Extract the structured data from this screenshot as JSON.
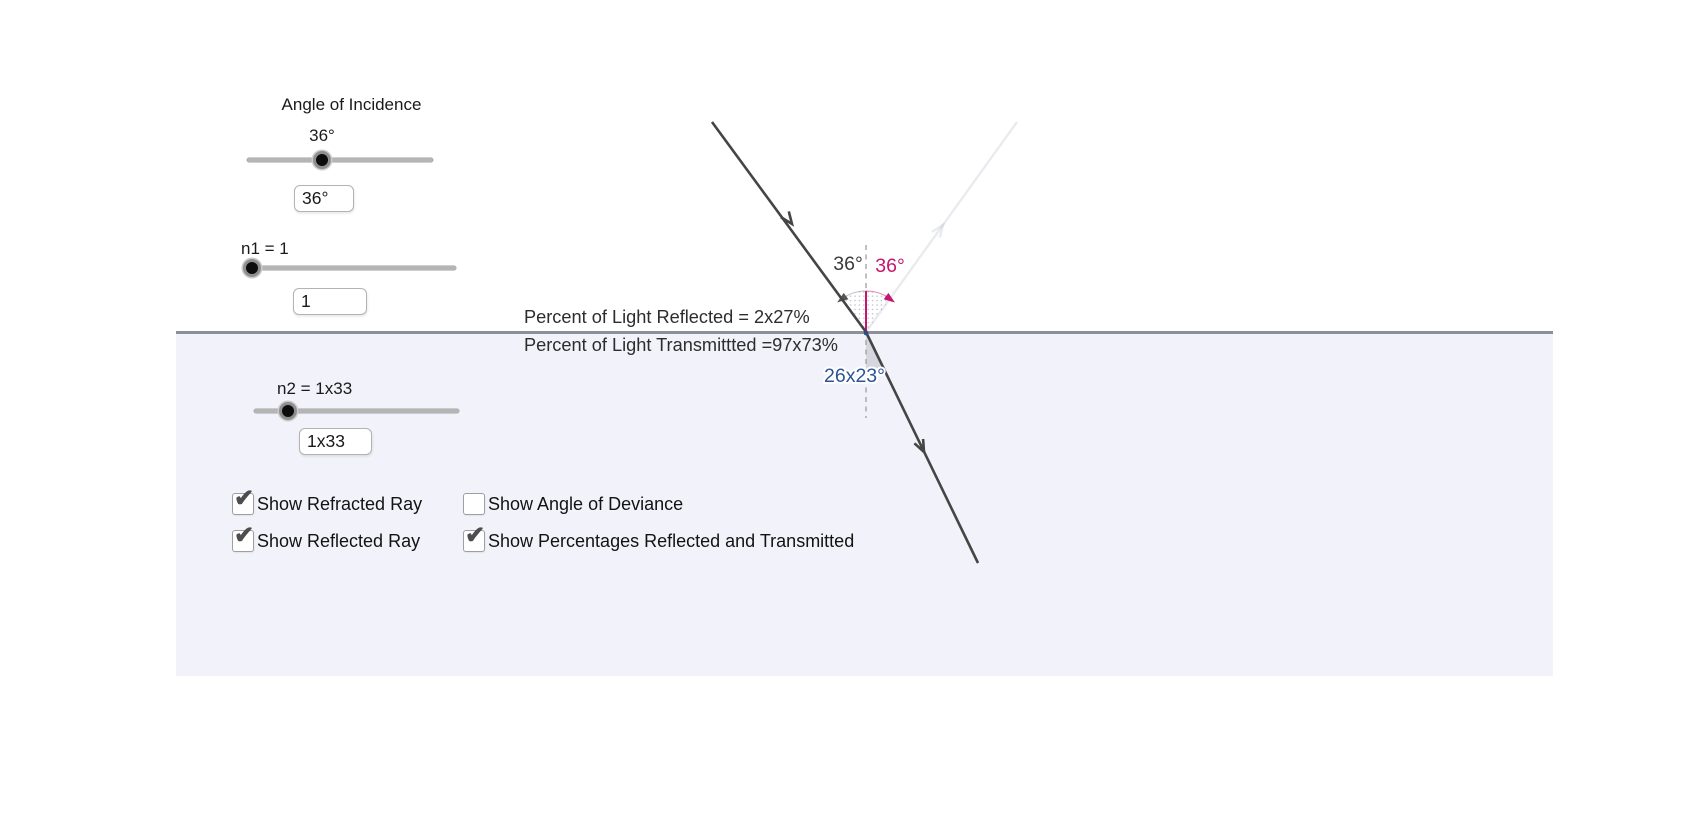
{
  "page": {
    "background": "#ffffff"
  },
  "controls": {
    "angle_of_incidence": {
      "title": "Angle of Incidence",
      "value_label": "36°",
      "input_value": "36°"
    },
    "n1": {
      "label": "n1 = 1",
      "input_value": "1"
    },
    "n2": {
      "label": "n2 = 1x33",
      "input_value": "1x33"
    },
    "checkboxes": {
      "refracted": {
        "label": "Show Refracted Ray",
        "checked": true,
        "glyph": "✔"
      },
      "deviance": {
        "label": "Show Angle of Deviance",
        "checked": false,
        "glyph": ""
      },
      "reflected": {
        "label": "Show Reflected Ray",
        "checked": true,
        "glyph": "✔"
      },
      "percentages": {
        "label": "Show Percentages Reflected and Transmitted",
        "checked": true,
        "glyph": "✔"
      }
    }
  },
  "diagram": {
    "incidence_angle_label": "36°",
    "reflection_angle_label": "36°",
    "refraction_angle_label": "26x23°",
    "percent_reflected": "Percent of Light Reflected = 2x27%",
    "percent_transmitted": "Percent of Light Transmittted =97x73%",
    "colors": {
      "ray": "#454545",
      "reflection_accent": "#c6156c",
      "refraction_label": "#2e5395",
      "incidence_label": "#3a3a3a",
      "surface_line": "#8d8f99",
      "medium2_fill": "#f2f2fa"
    }
  }
}
